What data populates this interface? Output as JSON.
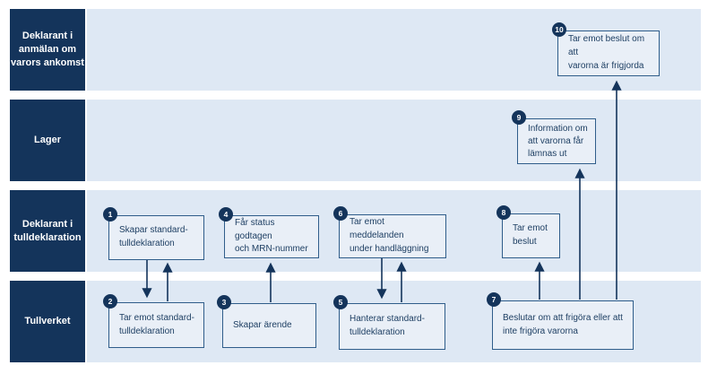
{
  "diagram": {
    "type": "swimlane-process-flow",
    "lanes": [
      {
        "id": "lane-1",
        "label": "Deklarant i\nanmälan om\nvarors ankomst"
      },
      {
        "id": "lane-2",
        "label": "Lager"
      },
      {
        "id": "lane-3",
        "label": "Deklarant i\ntulldeklaration"
      },
      {
        "id": "lane-4",
        "label": "Tullverket"
      }
    ],
    "steps": [
      {
        "number": "1",
        "lane": "Deklarant i tulldeklaration",
        "text": "Skapar standard-\ntulldeklaration"
      },
      {
        "number": "2",
        "lane": "Tullverket",
        "text": "Tar emot standard-\ntulldeklaration"
      },
      {
        "number": "3",
        "lane": "Tullverket",
        "text": "Skapar ärende"
      },
      {
        "number": "4",
        "lane": "Deklarant i tulldeklaration",
        "text": "Får status godtagen\noch MRN-nummer"
      },
      {
        "number": "5",
        "lane": "Tullverket",
        "text": "Hanterar standard-\ntulldeklaration"
      },
      {
        "number": "6",
        "lane": "Deklarant i tulldeklaration",
        "text": "Tar emot meddelanden\nunder handläggning"
      },
      {
        "number": "7",
        "lane": "Tullverket",
        "text": "Beslutar om att frigöra eller att\ninte frigöra varorna"
      },
      {
        "number": "8",
        "lane": "Deklarant i tulldeklaration",
        "text": "Tar emot\nbeslut"
      },
      {
        "number": "9",
        "lane": "Lager",
        "text": "Information om\natt varorna får\nlämnas ut"
      },
      {
        "number": "10",
        "lane": "Deklarant i anmälan om varors ankomst",
        "text": "Tar emot beslut om att\nvarorna är frigjorda"
      }
    ],
    "connections": [
      {
        "from": "1",
        "to": "2",
        "direction": "down"
      },
      {
        "from": "2",
        "to": "1",
        "direction": "up"
      },
      {
        "from": "3",
        "to": "4",
        "direction": "up"
      },
      {
        "from": "6",
        "to": "5",
        "direction": "down"
      },
      {
        "from": "5",
        "to": "6",
        "direction": "up"
      },
      {
        "from": "7",
        "to": "8",
        "direction": "up"
      },
      {
        "from": "7",
        "to": "9",
        "direction": "up"
      },
      {
        "from": "7",
        "to": "10",
        "direction": "up"
      }
    ],
    "colors": {
      "navy": "#14345b",
      "lane_band": "#dee8f4",
      "box_fill": "#e9eff7",
      "box_border": "#2f5d8a",
      "box_text": "#1e3f63",
      "background": "#ffffff"
    }
  }
}
